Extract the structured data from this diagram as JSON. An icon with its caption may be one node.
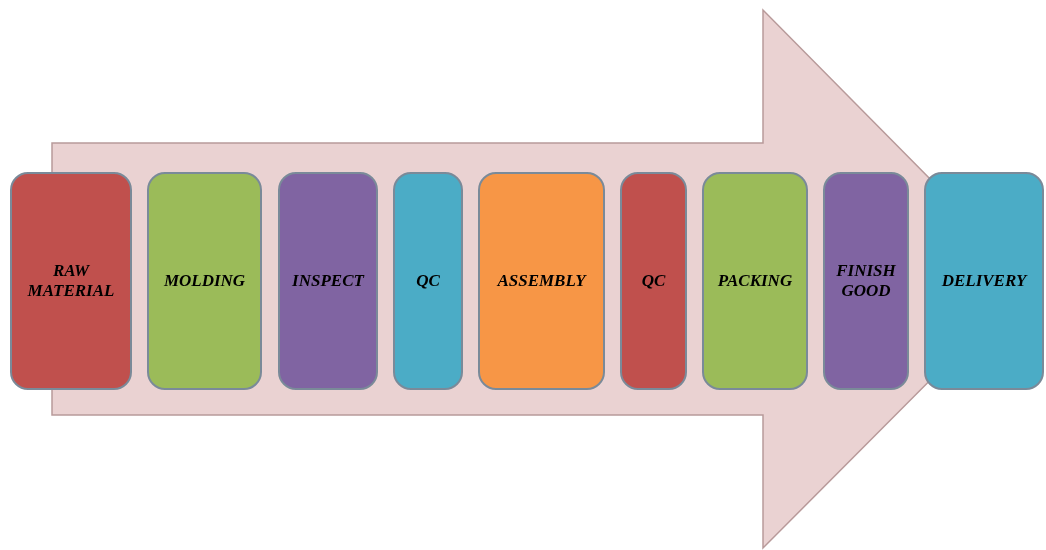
{
  "diagram": {
    "nodes": [
      {
        "text": [
          "RAW MATERIAL"
        ]
      },
      {
        "text": [
          "MOLDING"
        ]
      },
      {
        "text": [
          "INSPECT"
        ]
      },
      {
        "text": [
          "QC"
        ]
      },
      {
        "text": [
          "ASSEMBLY"
        ]
      },
      {
        "text": [
          "QC"
        ]
      },
      {
        "text": [
          "PACKING"
        ]
      },
      {
        "text": [
          "FINISH GOOD"
        ]
      },
      {
        "text": [
          "DELIVERY"
        ]
      }
    ],
    "edges": [
      {
        "from": 0,
        "to": 8,
        "arrow": "to"
      }
    ]
  }
}
